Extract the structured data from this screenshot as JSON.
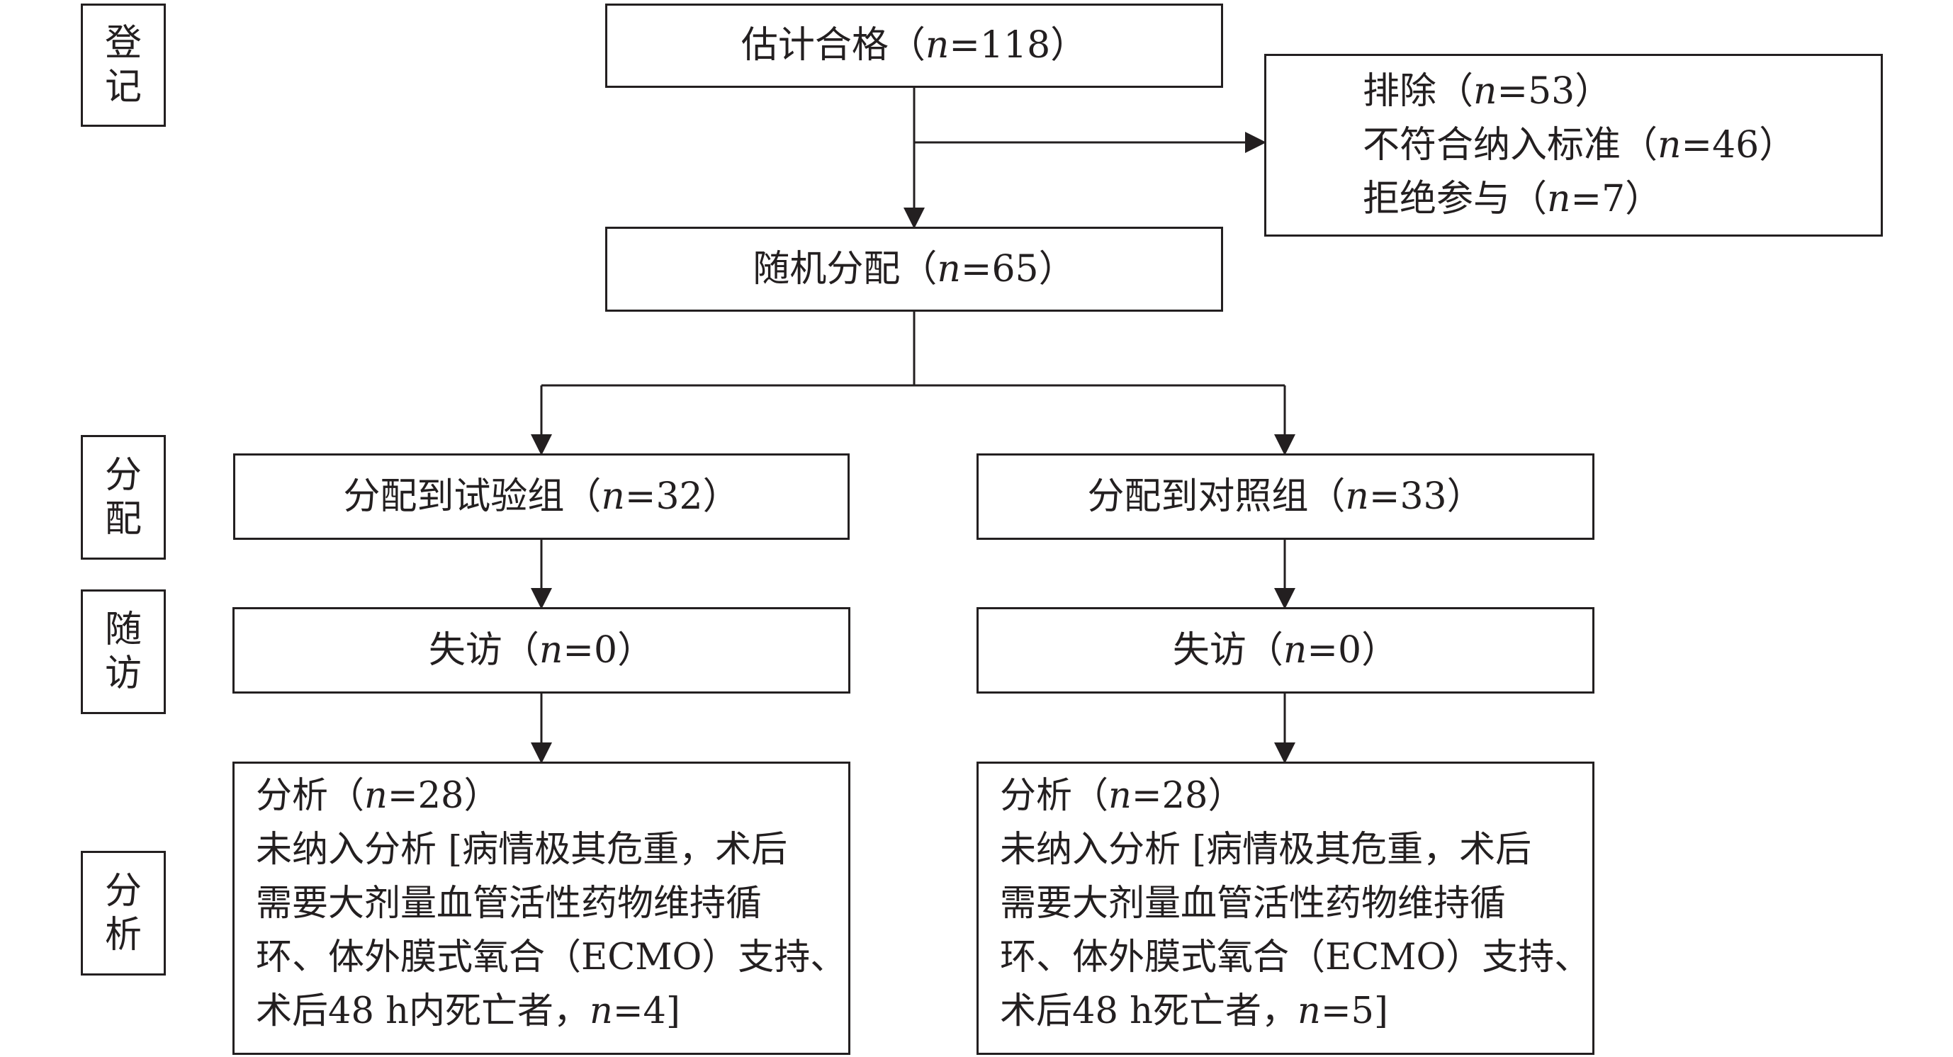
{
  "stages": {
    "enrollment": [
      "登",
      "记"
    ],
    "allocation": [
      "分",
      "配"
    ],
    "followup": [
      "随",
      "访"
    ],
    "analysis": [
      "分",
      "析"
    ]
  },
  "boxes": {
    "eligible": {
      "label": "估计合格（",
      "n_sym": "n",
      "n_val": "=118）"
    },
    "excluded": {
      "lines": [
        {
          "label": "排除（",
          "n_sym": "n",
          "n_val": "=53）"
        },
        {
          "label": "不符合纳入标准（",
          "n_sym": "n",
          "n_val": "=46）"
        },
        {
          "label": "拒绝参与（",
          "n_sym": "n",
          "n_val": "=7）"
        }
      ]
    },
    "randomized": {
      "label": "随机分配（",
      "n_sym": "n",
      "n_val": "=65）"
    },
    "exp_group": {
      "label": "分配到试验组（",
      "n_sym": "n",
      "n_val": "=32）"
    },
    "ctrl_group": {
      "label": "分配到对照组（",
      "n_sym": "n",
      "n_val": "=33）"
    },
    "exp_lost": {
      "label": "失访（",
      "n_sym": "n",
      "n_val": "=0）"
    },
    "ctrl_lost": {
      "label": "失访（",
      "n_sym": "n",
      "n_val": "=0）"
    },
    "exp_analysis": {
      "line1_label": "分析（",
      "line1_n_sym": "n",
      "line1_n_val": "=28）",
      "line2": "未纳入分析 [病情极其危重，术后",
      "line3": "需要大剂量血管活性药物维持循",
      "line4": "环、体外膜式氧合（ECMO）支持、",
      "line5_prefix": "术后48 h内死亡者，",
      "line5_n_sym": "n",
      "line5_n_val": "=4]"
    },
    "ctrl_analysis": {
      "line1_label": "分析（",
      "line1_n_sym": "n",
      "line1_n_val": "=28）",
      "line2": "未纳入分析 [病情极其危重，术后",
      "line3": "需要大剂量血管活性药物维持循",
      "line4": "环、体外膜式氧合（ECMO）支持、",
      "line5_prefix": "术后48 h死亡者，",
      "line5_n_sym": "n",
      "line5_n_val": "=5]"
    }
  }
}
